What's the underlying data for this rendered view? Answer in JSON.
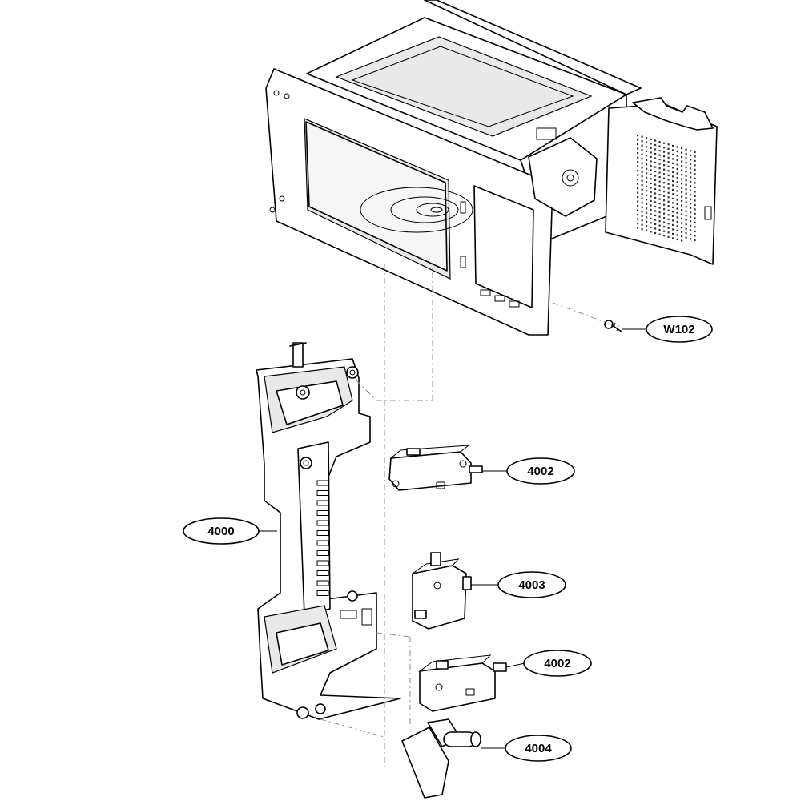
{
  "diagram": {
    "callouts": [
      {
        "id": "w102",
        "label": "W102"
      },
      {
        "id": "p4002a",
        "label": "4002"
      },
      {
        "id": "p4000",
        "label": "4000"
      },
      {
        "id": "p4003",
        "label": "4003"
      },
      {
        "id": "p4002b",
        "label": "4002"
      },
      {
        "id": "p4004",
        "label": "4004"
      }
    ]
  }
}
